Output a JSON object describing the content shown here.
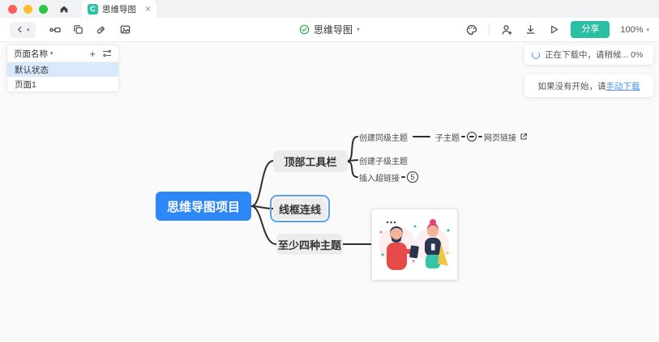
{
  "titlebar": {
    "tab_title": "思维导图",
    "favicon_letter": "C"
  },
  "toolbar": {
    "doc_title": "思维导图",
    "share_label": "分享",
    "zoom_level": "100%"
  },
  "pages_panel": {
    "header": "页面名称",
    "items": [
      {
        "label": "默认状态",
        "selected": true
      },
      {
        "label": "页面1",
        "selected": false
      }
    ]
  },
  "notifications": {
    "downloading": "正在下载中，请稍候... 0%",
    "fallback_prefix": "如果没有开始，请 ",
    "fallback_link": "手动下载"
  },
  "mindmap": {
    "root": "思维导图项目",
    "branches": [
      {
        "label": "顶部工具栏",
        "children": [
          {
            "label": "创建同级主题",
            "children": [
              {
                "label": "子主题",
                "children": [
                  {
                    "label": "网页链接"
                  }
                ]
              }
            ]
          },
          {
            "label": "创建子级主题"
          },
          {
            "label": "插入超链接",
            "collapsed_count": "5"
          }
        ]
      },
      {
        "label": "线框连线",
        "selected": true
      },
      {
        "label": "至少四种主题"
      }
    ]
  },
  "icons": {
    "close_glyph": "×",
    "back_chevron": "‹",
    "caret_down": "▾",
    "add_glyph": "+"
  },
  "colors": {
    "root_blue": "#2d87f6",
    "selection_blue": "#58a0f8",
    "share_teal": "#2abfa3",
    "link_blue": "#4a90f5",
    "selected_row_blue": "#d8e9fb"
  }
}
